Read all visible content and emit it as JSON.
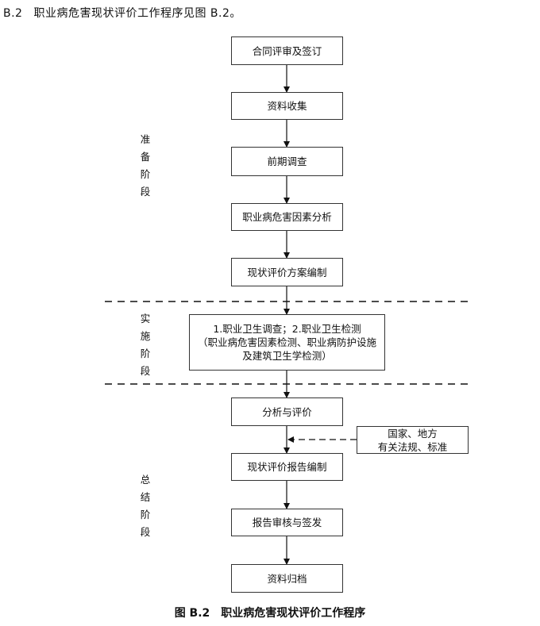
{
  "heading": {
    "number": "B.2",
    "text": "职业病危害现状评价工作程序见图 B.2。"
  },
  "stages": {
    "prep": [
      "准",
      "备",
      "阶",
      "段"
    ],
    "impl": [
      "实",
      "施",
      "阶",
      "段"
    ],
    "summary": [
      "总",
      "结",
      "阶",
      "段"
    ]
  },
  "steps": {
    "contract": "合同评审及签订",
    "collect": "资料收集",
    "survey": "前期调查",
    "factors": "职业病危害因素分析",
    "plan": "现状评价方案编制",
    "impl_line1": "1.职业卫生调查；2.职业卫生检测",
    "impl_line2": "（职业病危害因素检测、职业病防护设施",
    "impl_line3": "及建筑卫生学检测）",
    "analysis": "分析与评价",
    "report": "现状评价报告编制",
    "review": "报告审核与签发",
    "archive": "资料归档"
  },
  "regulation": {
    "line1": "国家、地方",
    "line2": "有关法规、标准"
  },
  "caption": {
    "number": "图 B.2",
    "text": "职业病危害现状评价工作程序"
  }
}
